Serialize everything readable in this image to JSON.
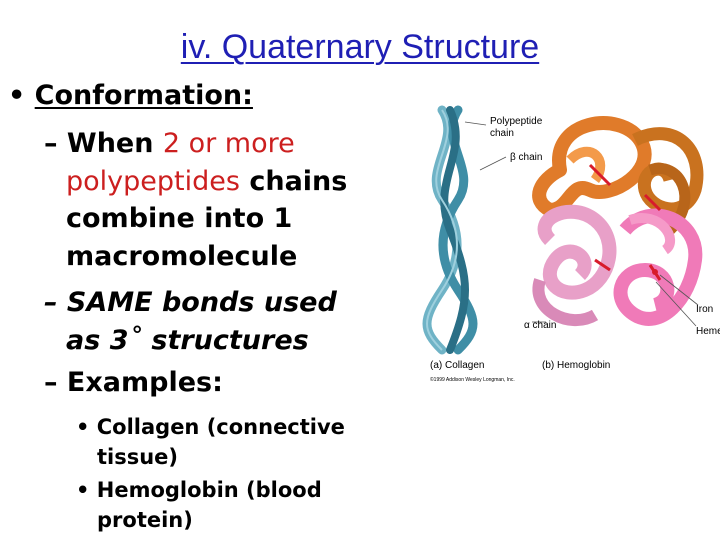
{
  "slide": {
    "title": "iv. Quaternary Structure",
    "heading_bullet": "•",
    "heading": "Conformation:",
    "dash": "–",
    "point1": {
      "part_a": "When ",
      "part_b": "2 or more",
      "part_c": "polypeptides",
      "part_d": " chains",
      "part_e": "combine into 1",
      "part_f": "macromolecule"
    },
    "point2": {
      "line1": "SAME bonds used",
      "line2": "as 3˚ structures"
    },
    "point3": "Examples:",
    "examples": [
      {
        "bullet": "•",
        "line1": "Collagen (connective",
        "line2": "tissue)"
      },
      {
        "bullet": "•",
        "line1": "Hemoglobin (blood",
        "line2": "protein)"
      }
    ]
  },
  "figure": {
    "labels": {
      "polypeptide": [
        "Polypeptide",
        "chain"
      ],
      "beta": "β chain",
      "alpha": "α chain",
      "iron": "Iron",
      "heme": "Heme",
      "a": "(a) Collagen",
      "b": "(b) Hemoglobin",
      "copyright": "©1999 Addison Wesley Longman, Inc."
    },
    "colors": {
      "collagen": "#3f8ea6",
      "beta1": "#e07b2a",
      "beta2": "#c9721f",
      "alpha1": "#e8a0c8",
      "alpha2": "#f07ab8"
    }
  }
}
